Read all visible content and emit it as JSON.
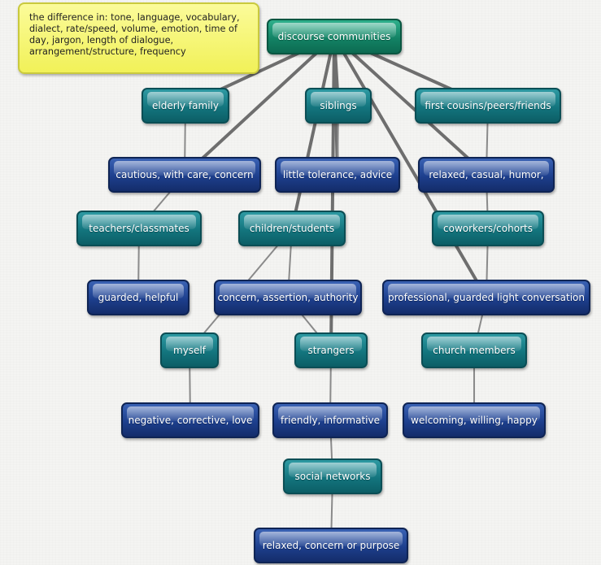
{
  "note": "the difference in: tone, language, vocabulary, dialect, rate/speed, volume, emotion, time of day, jargon, length of dialogue, arrangement/structure, frequency",
  "nodes": {
    "root": "discourse communities",
    "elderly": "elderly family",
    "siblings": "siblings",
    "cousins": "first cousins/peers/friends",
    "cautious": "cautious, with care, concern",
    "tolerance": "little tolerance, advice",
    "relaxed_casual": "relaxed, casual, humor,",
    "teachers": "teachers/classmates",
    "children": "children/students",
    "coworkers": "coworkers/cohorts",
    "guarded": "guarded, helpful",
    "authority": "concern, assertion, authority",
    "professional": "professional, guarded light conversation",
    "myself": "myself",
    "strangers": "strangers",
    "church": "church members",
    "negative": "negative, corrective, love",
    "friendly": "friendly, informative",
    "welcoming": "welcoming, willing, happy",
    "social": "social networks",
    "purpose": "relaxed, concern or purpose"
  },
  "edges": [
    [
      "root",
      "elderly"
    ],
    [
      "root",
      "siblings"
    ],
    [
      "root",
      "cousins"
    ],
    [
      "root",
      "cautious"
    ],
    [
      "root",
      "tolerance"
    ],
    [
      "root",
      "relaxed_casual"
    ],
    [
      "root",
      "children"
    ],
    [
      "root",
      "professional"
    ],
    [
      "root",
      "strangers"
    ],
    [
      "elderly",
      "cautious"
    ],
    [
      "siblings",
      "tolerance"
    ],
    [
      "cousins",
      "relaxed_casual"
    ],
    [
      "cautious",
      "teachers"
    ],
    [
      "relaxed_casual",
      "coworkers"
    ],
    [
      "teachers",
      "guarded"
    ],
    [
      "children",
      "authority"
    ],
    [
      "coworkers",
      "professional"
    ],
    [
      "children",
      "myself"
    ],
    [
      "authority",
      "strangers"
    ],
    [
      "professional",
      "church"
    ],
    [
      "myself",
      "negative"
    ],
    [
      "strangers",
      "friendly"
    ],
    [
      "church",
      "welcoming"
    ],
    [
      "friendly",
      "social"
    ],
    [
      "social",
      "purpose"
    ]
  ]
}
